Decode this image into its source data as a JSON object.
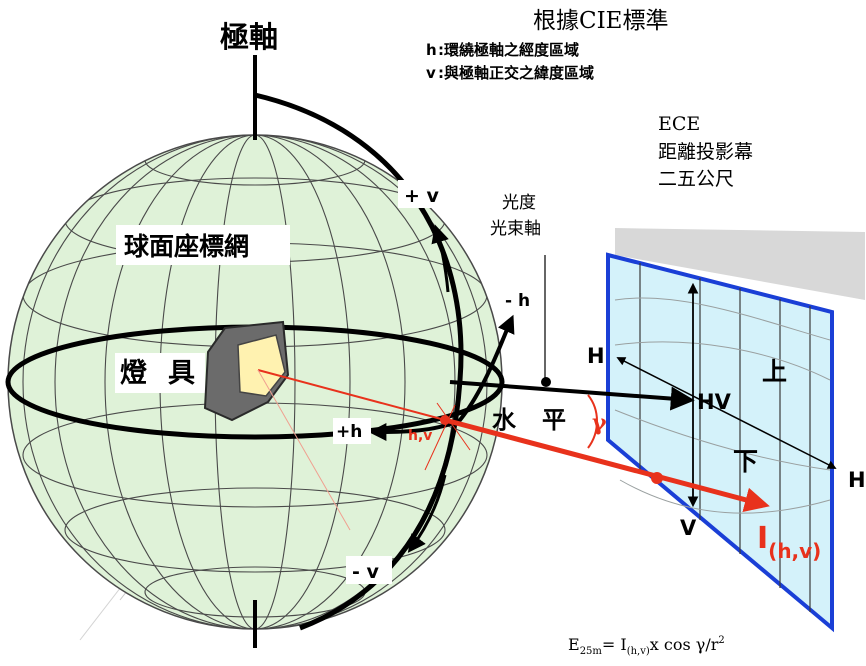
{
  "labels": {
    "polar_axis": "極軸",
    "title": "根據CIE標準",
    "h_def_key": "h",
    "h_def_text": ":環繞極軸之經度區域",
    "v_def_key": "v",
    "v_def_text": ":與極軸正交之緯度區域",
    "ece": "ECE",
    "screen_distance": "距離投影幕",
    "distance_value": "二五公尺",
    "photometric": "光度",
    "beam_axis": "光束軸",
    "sphere_grid": "球面座標網",
    "plus_v": "+ v",
    "minus_v": "- v",
    "minus_h": "- h",
    "plus_h": "+h",
    "luminaire_1": "燈",
    "luminaire_2": "具",
    "hv_point": "h,v",
    "horizontal_1": "水",
    "horizontal_2": "平",
    "gamma": "γ",
    "screen_H_left": "H",
    "screen_H_right": "H",
    "screen_HV": "HV",
    "screen_V": "V",
    "upper": "上",
    "lower": "下",
    "intensity_I": "I",
    "intensity_sub": "(h,v)",
    "formula_E": "E",
    "formula_E_sub": "25m",
    "formula_eq": "= I",
    "formula_I_sub": "(h,v)",
    "formula_rest": "x cos γ/r",
    "formula_sup": "2"
  },
  "colors": {
    "sphere_fill": "#dff2d8",
    "grid_line": "#4a4a4a",
    "bold_line": "#000000",
    "beam_red": "#e8321c",
    "screen_border": "#1a3fd6",
    "screen_fill": "#d4f2fa",
    "screen_shadow": "#d8d8d8",
    "lamp_body": "#6b6b6b",
    "lamp_face": "#fff2b0"
  }
}
